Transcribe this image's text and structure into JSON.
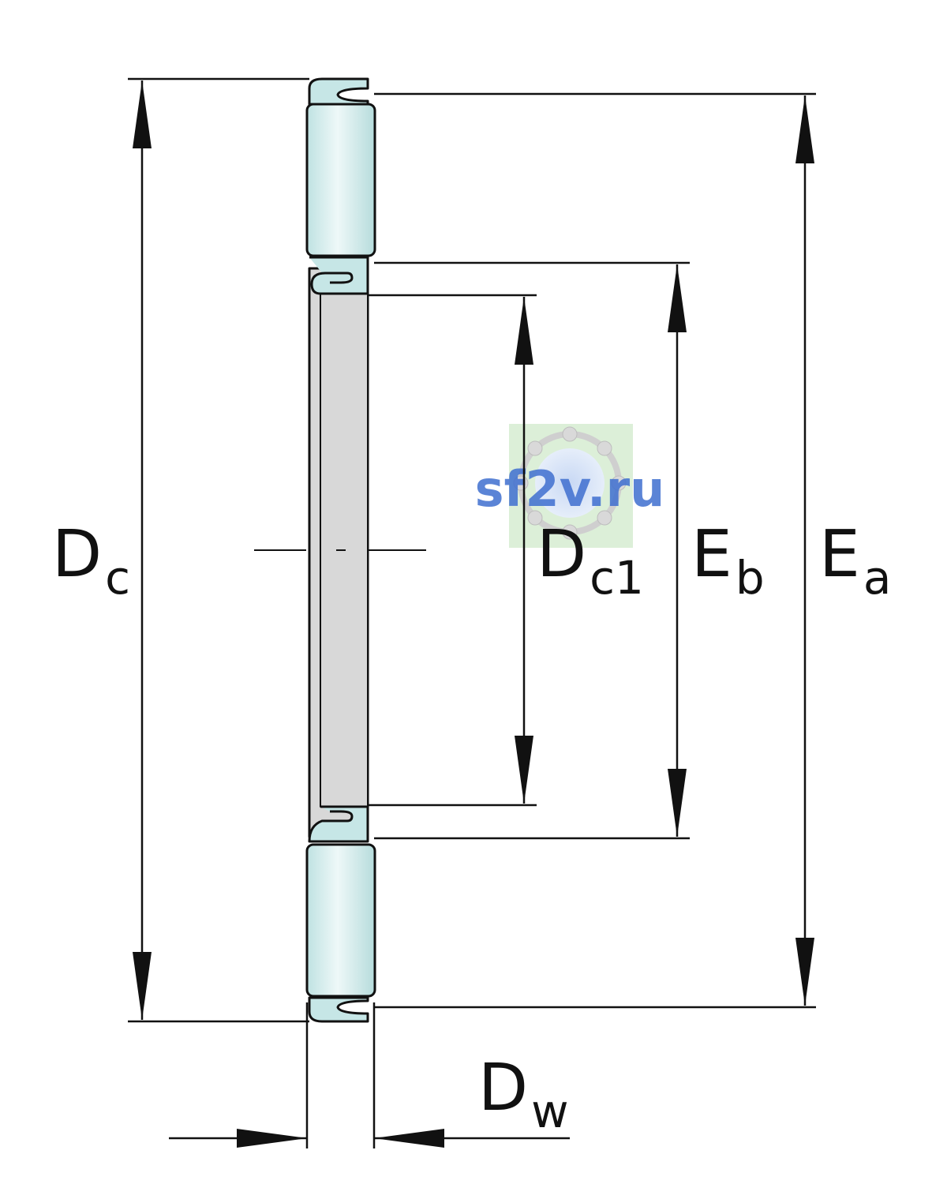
{
  "dimensions": {
    "dc": {
      "main": "D",
      "sub": "c"
    },
    "dc1": {
      "main": "D",
      "sub": "c1"
    },
    "eb": {
      "main": "E",
      "sub": "b"
    },
    "ea": {
      "main": "E",
      "sub": "a"
    },
    "dw": {
      "main": "D",
      "sub": "w"
    }
  },
  "watermark": {
    "text": "sf2v.ru"
  },
  "colors": {
    "line": "#111111",
    "roller_fill": "#c6e6e6",
    "roller_highlight": "#eef8f8",
    "cage_fill": "#d8d8d8",
    "watermark_text": "#3f6fd0",
    "watermark_bg": "#dcefd8"
  },
  "icons": {
    "watermark_logo": "ball-bearing-icon"
  }
}
